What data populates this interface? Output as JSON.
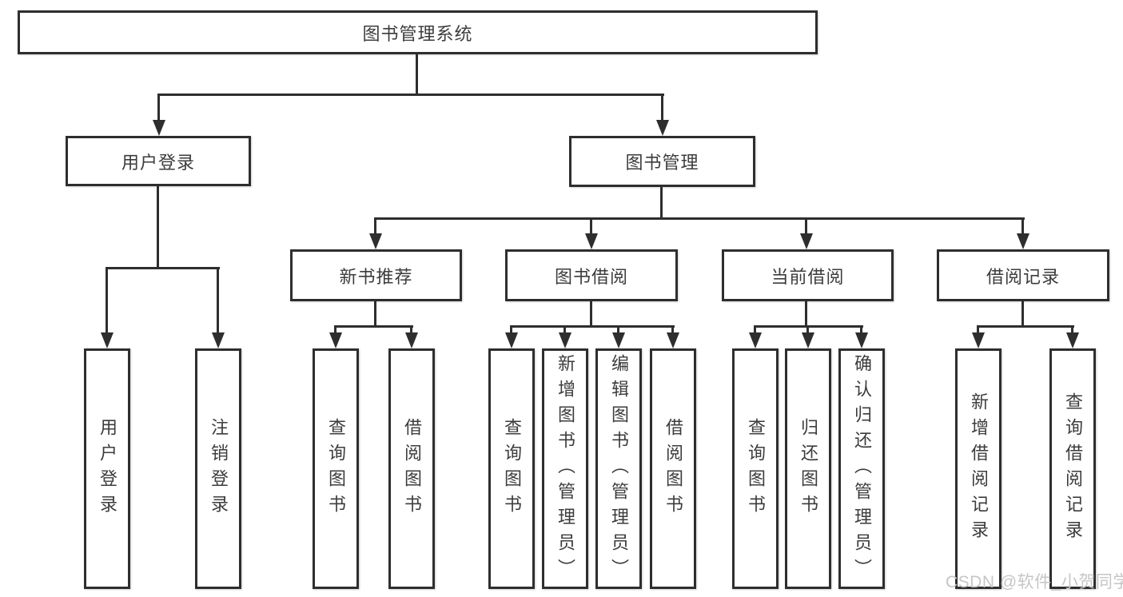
{
  "diagram": {
    "root": {
      "label": "图书管理系统"
    },
    "user_login": {
      "label": "用户登录",
      "children": [
        "用户登录",
        "注销登录"
      ]
    },
    "book_mgmt": {
      "label": "图书管理",
      "sections": [
        {
          "label": "新书推荐",
          "children": [
            "查询图书",
            "借阅图书"
          ]
        },
        {
          "label": "图书借阅",
          "children": [
            "查询图书",
            "新增图书（管理员）",
            "编辑图书（管理员）",
            "借阅图书"
          ]
        },
        {
          "label": "当前借阅",
          "children": [
            "查询图书",
            "归还图书",
            "确认归还（管理员）"
          ]
        },
        {
          "label": "借阅记录",
          "children": [
            "新增借阅记录",
            "查询借阅记录"
          ]
        }
      ]
    }
  },
  "watermark": "CSDN @软件_小贺同学",
  "colors": {
    "line": "#2e2e2e",
    "text": "#3c3c3c",
    "watermark": "#c6c6c6",
    "background": "#ffffff"
  }
}
